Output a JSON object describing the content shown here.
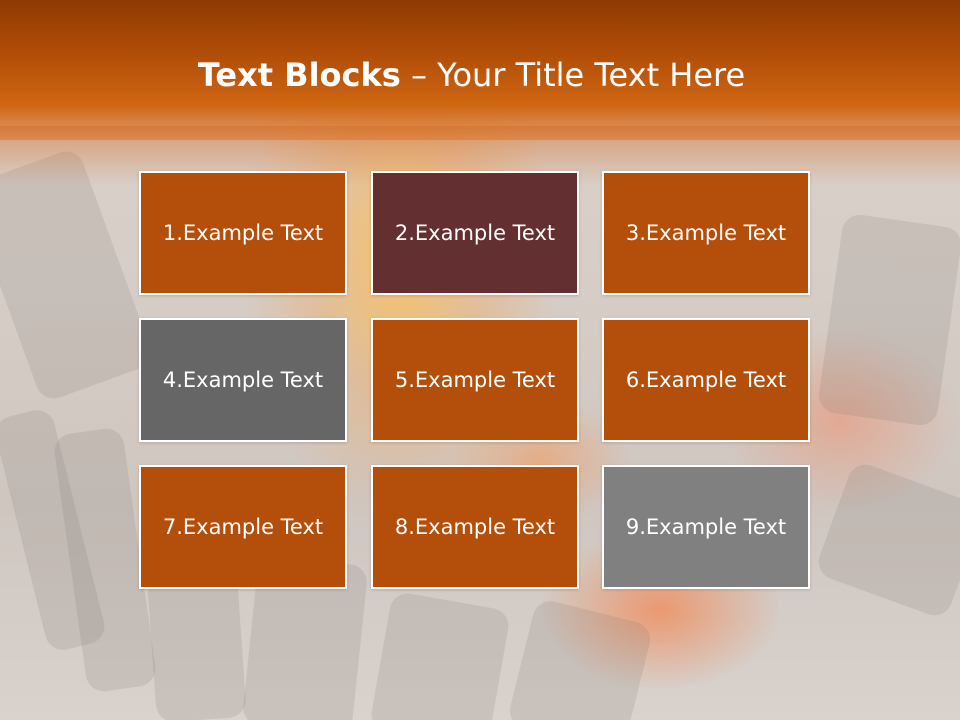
{
  "slide": {
    "title_bold": "Text Blocks",
    "title_dash": "–",
    "title_rest": "Your Title Text Here"
  },
  "blocks": [
    {
      "label": "1.Example Text",
      "color": "#b44f0b"
    },
    {
      "label": "2.Example Text",
      "color": "#632f31"
    },
    {
      "label": "3.Example Text",
      "color": "#b44f0b"
    },
    {
      "label": "4.Example Text",
      "color": "#666666"
    },
    {
      "label": "5.Example Text",
      "color": "#b44f0b"
    },
    {
      "label": "6.Example Text",
      "color": "#b44f0b"
    },
    {
      "label": "7.Example Text",
      "color": "#b44f0b"
    },
    {
      "label": "8.Example Text",
      "color": "#b44f0b"
    },
    {
      "label": "9.Example Text",
      "color": "#808080"
    }
  ],
  "colors": {
    "header_dark": "#8e3a03",
    "header_light": "#cf6612",
    "text": "#ffffff"
  }
}
